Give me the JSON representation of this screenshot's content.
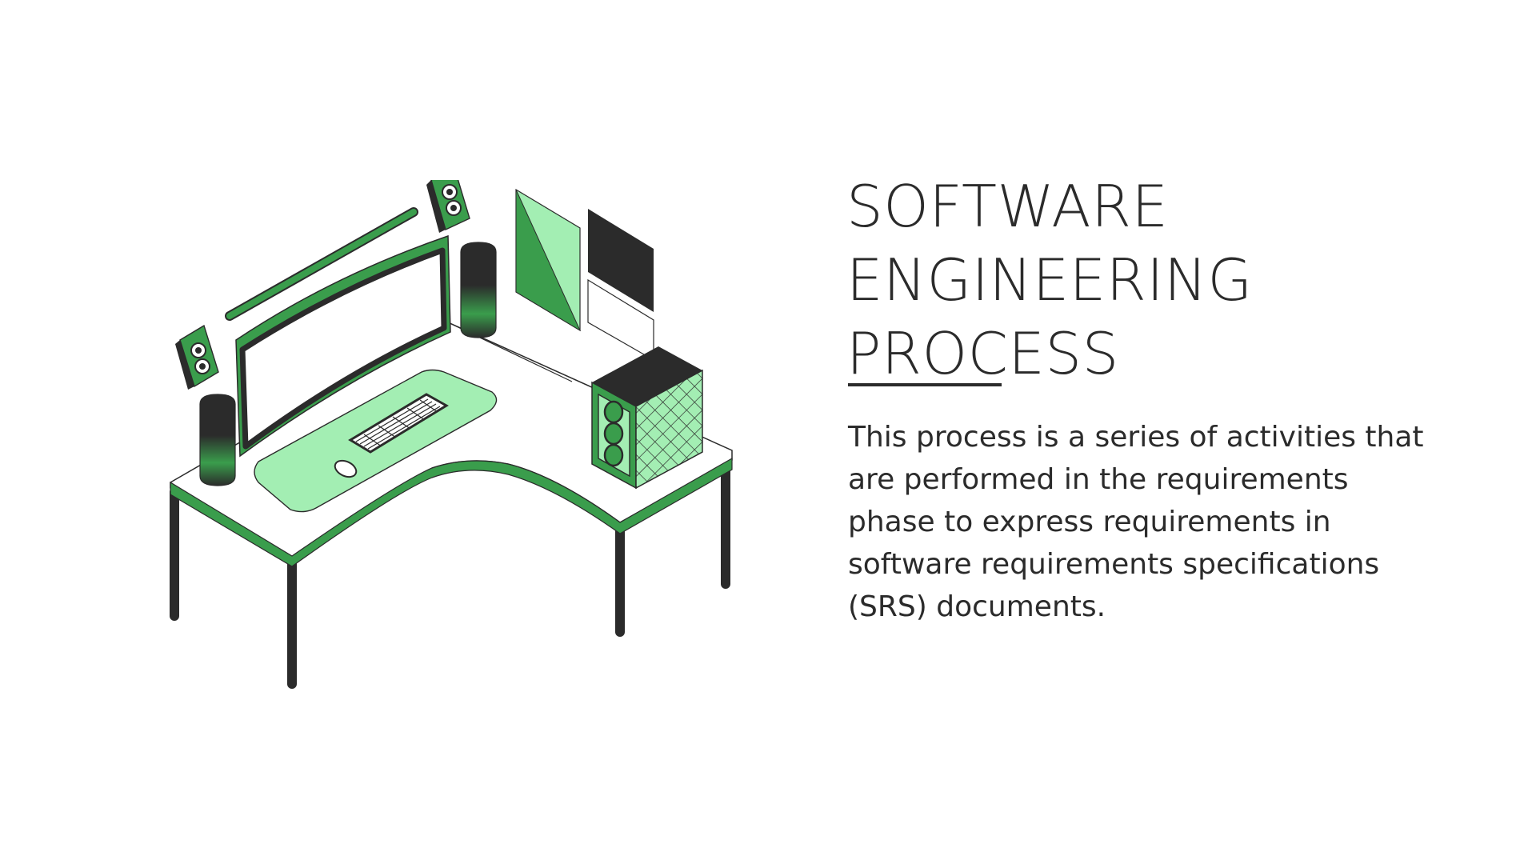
{
  "slide": {
    "title_lines": [
      "SOFTWARE",
      "ENGINEERING",
      "PROCESS"
    ],
    "body": "This process is a series of activities that are performed in the requirements phase to express requirements in software requirements specifications (SRS) documents."
  },
  "illustration": {
    "subject": "isometric-desk-workstation",
    "icons": [
      "desk-icon",
      "curved-monitor-icon",
      "keyboard-icon",
      "mouse-icon",
      "speaker-icon",
      "pc-tower-icon",
      "wall-art-icon",
      "lamp-icon"
    ]
  },
  "colors": {
    "accent_green": "#3a9d4c",
    "light_green": "#a3eeb3",
    "dark": "#2b2b2b",
    "background": "#ffffff"
  }
}
